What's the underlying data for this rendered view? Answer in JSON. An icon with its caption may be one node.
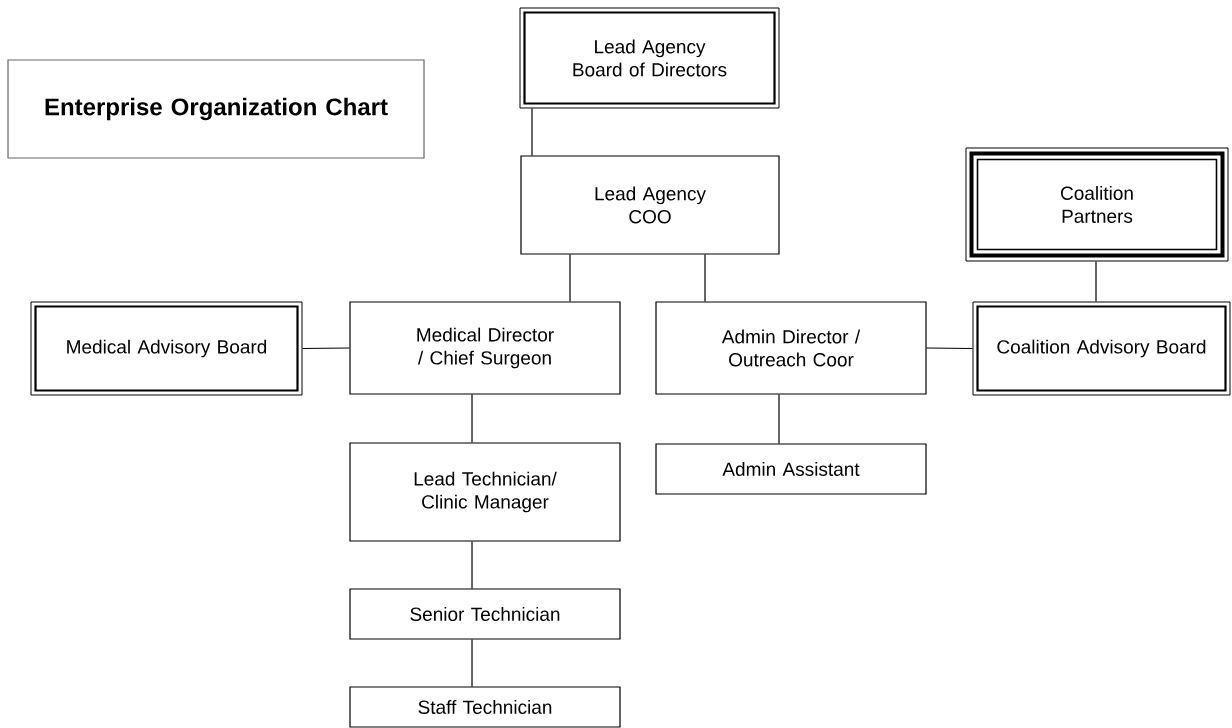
{
  "diagram": {
    "title": "Enterprise Organization Chart",
    "nodes": [
      {
        "text": [
          "Lead Agency Board of Directors"
        ]
      },
      {
        "text": [
          "Lead Agency COO"
        ]
      },
      {
        "text": [
          "Medical Advisory Board"
        ]
      },
      {
        "text": [
          "Medical Director / Chief Surgeon"
        ]
      },
      {
        "text": [
          "Admin Director / Outreach Coor"
        ]
      },
      {
        "text": [
          "Coalition Partners"
        ]
      },
      {
        "text": [
          "Coalition Advisory Board"
        ]
      },
      {
        "text": [
          "Lead Technician/ Clinic Manager"
        ]
      },
      {
        "text": [
          "Admin Assistant"
        ]
      },
      {
        "text": [
          "Senior Technician"
        ]
      },
      {
        "text": [
          "Staff Technician"
        ]
      }
    ],
    "edges": [
      {
        "from": 0,
        "to": 1,
        "arrow": "none"
      },
      {
        "from": 1,
        "to": 3,
        "arrow": "none"
      },
      {
        "from": 1,
        "to": 4,
        "arrow": "none"
      },
      {
        "from": 2,
        "to": 3,
        "arrow": "none"
      },
      {
        "from": 4,
        "to": 6,
        "arrow": "none"
      },
      {
        "from": 5,
        "to": 6,
        "arrow": "none"
      },
      {
        "from": 3,
        "to": 7,
        "arrow": "none"
      },
      {
        "from": 4,
        "to": 8,
        "arrow": "none"
      },
      {
        "from": 7,
        "to": 9,
        "arrow": "none"
      },
      {
        "from": 9,
        "to": 10,
        "arrow": "none"
      }
    ]
  }
}
